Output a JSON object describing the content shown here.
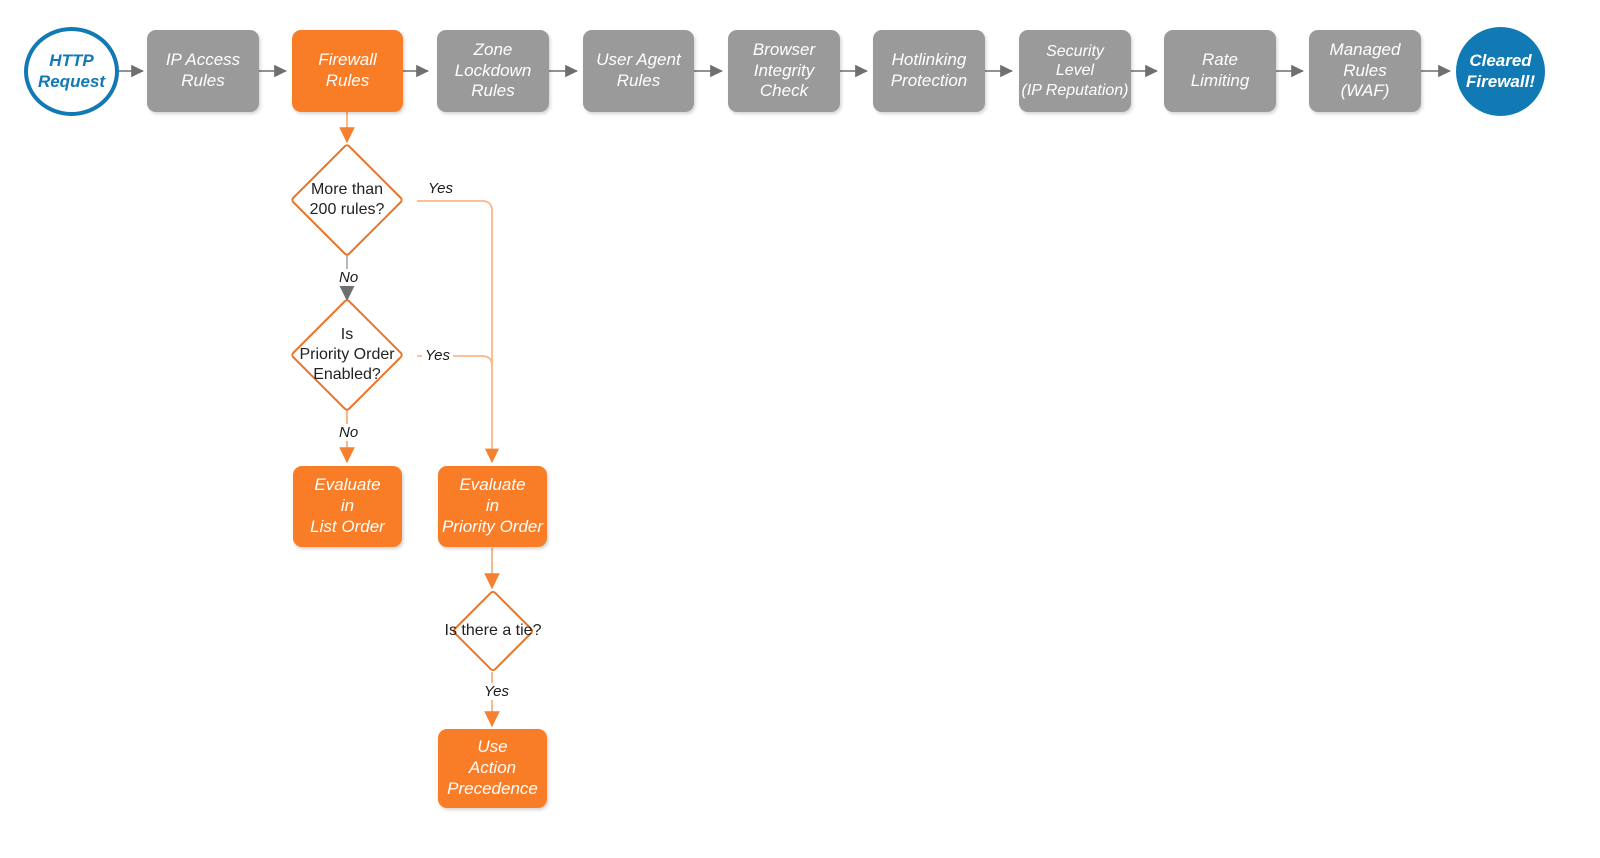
{
  "diagram": {
    "title": "Cloudflare request evaluation order flowchart",
    "colors": {
      "orange_fill": "#f97c26",
      "orange_stroke": "#e8762a",
      "orange_light_wire": "#f9b78c",
      "gray_fill": "#9a9a9a",
      "gray_wire": "#6f6f6f",
      "blue": "#1179b4",
      "text_dark": "#222222",
      "white": "#ffffff"
    },
    "pipeline": [
      {
        "id": "http-request",
        "kind": "terminal-hollow",
        "label": "HTTP\nRequest"
      },
      {
        "id": "ip-access-rules",
        "kind": "box-gray",
        "label": "IP Access\nRules"
      },
      {
        "id": "firewall-rules",
        "kind": "box-orange",
        "label": "Firewall\nRules"
      },
      {
        "id": "zone-lockdown-rules",
        "kind": "box-gray",
        "label": "Zone\nLockdown\nRules"
      },
      {
        "id": "user-agent-rules",
        "kind": "box-gray",
        "label": "User Agent\nRules"
      },
      {
        "id": "browser-integrity-check",
        "kind": "box-gray",
        "label": "Browser\nIntegrity\nCheck"
      },
      {
        "id": "hotlinking-protection",
        "kind": "box-gray",
        "label": "Hotlinking\nProtection"
      },
      {
        "id": "security-level",
        "kind": "box-gray",
        "label": "Security\nLevel\n(IP Reputation)"
      },
      {
        "id": "rate-limiting",
        "kind": "box-gray",
        "label": "Rate\nLimiting"
      },
      {
        "id": "managed-rules-waf",
        "kind": "box-gray",
        "label": "Managed\nRules\n(WAF)"
      },
      {
        "id": "cleared-firewall",
        "kind": "terminal-filled",
        "label": "Cleared\nFirewall!"
      }
    ],
    "branch": {
      "decision_more_than_200_rules": "More than\n200 rules?",
      "decision_priority_order_enabled": "Is\nPriority Order\nEnabled?",
      "decision_is_there_a_tie": "Is there a tie?",
      "evaluate_list_order": "Evaluate\nin\nList Order",
      "evaluate_priority_order": "Evaluate\nin\nPriority Order",
      "use_action_precedence": "Use\nAction\nPrecedence"
    },
    "edge_labels": {
      "rules_yes": "Yes",
      "rules_no": "No",
      "priority_yes": "Yes",
      "priority_no": "No",
      "tie_yes": "Yes"
    }
  }
}
